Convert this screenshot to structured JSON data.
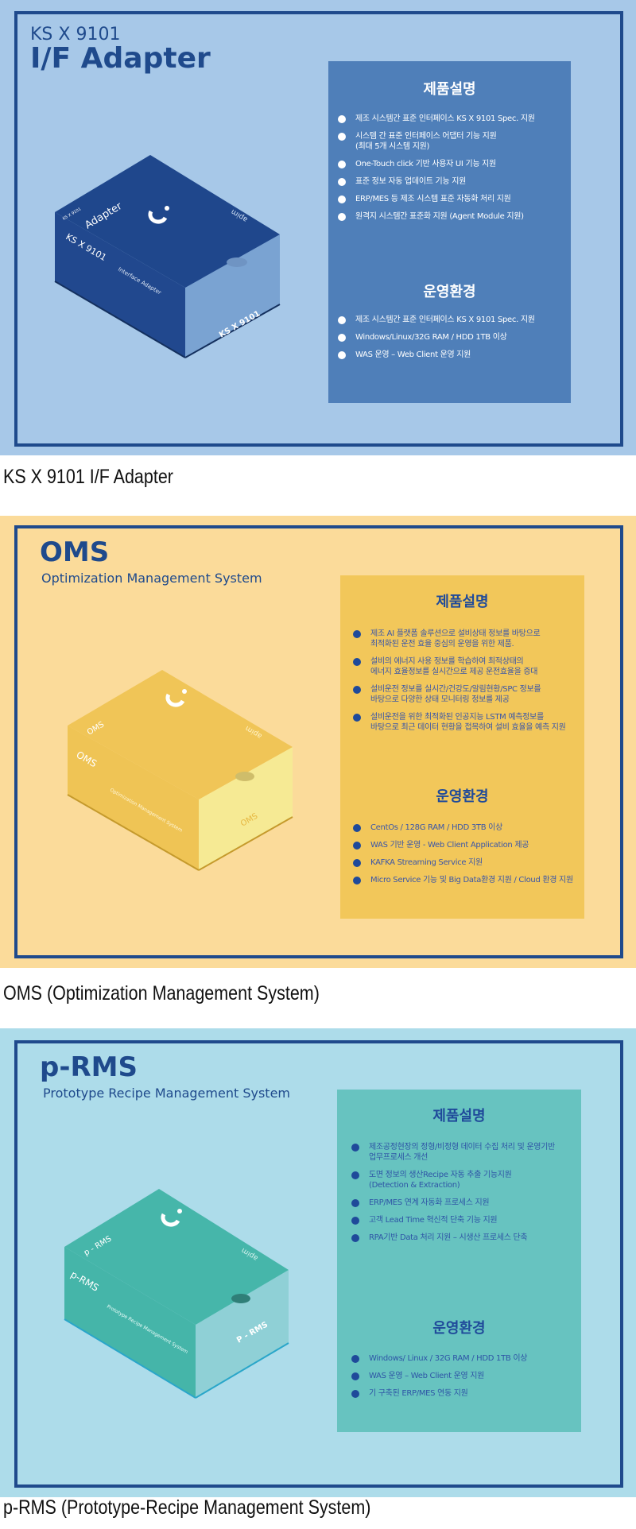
{
  "colors": {
    "navy": "#1f4a8c",
    "s1_bg": "#a7c8e8",
    "s1_panel": "#4f7fb9",
    "s2_bg": "#fbdb9a",
    "s2_panel": "#f2c75a",
    "s3_bg": "#addcea",
    "s3_panel": "#67c3c0"
  },
  "sections": [
    {
      "title_top": "KS X 9101",
      "title_main": "I/F Adapter",
      "box": {
        "top_corner": "KS X 9101",
        "top_label": "Adapter",
        "front_main": "KS X 9101",
        "front_sub": "Interface Adapter",
        "side": "KS X 9101",
        "brand": "apim"
      },
      "desc_heading": "제품설명",
      "desc_items": [
        "제조 시스템간 표준 인터페이스 KS X 9101 Spec. 지원",
        "시스템 간 표준 인터페이스 어댑터 기능 지원\n(최대 5개 시스템 지원)",
        "One-Touch click 기반 사용자 UI 기능 지원",
        "표준 정보 자동 업데이트 기능 지원",
        "ERP/MES 등 제조 시스템 표준 자동화 처리 지원",
        "원격지 시스템간 표준화 지원 (Agent Module 지원)"
      ],
      "env_heading": "운영환경",
      "env_items": [
        "제조 시스템간 표준 인터페이스 KS X 9101 Spec. 지원",
        "Windows/Linux/32G RAM / HDD 1TB 이상",
        "WAS 운영 – Web Client 운영 지원"
      ],
      "caption": "KS X 9101 I/F Adapter"
    },
    {
      "title_main": "OMS",
      "subtitle": "Optimization Management System",
      "box": {
        "top_label": "OMS",
        "front_main": "OMS",
        "front_sub": "Optimization Management System",
        "side": "OMS",
        "brand": "apim"
      },
      "desc_heading": "제품설명",
      "desc_items": [
        "제조 AI 플랫폼 솔루션으로 설비상태 정보를 바탕으로\n최적화된 운전 효율 중심의 운영을 위한 제품.",
        "설비의 에너지 사용 정보를 학습하여 최적상태의\n에너지 효율정보를 실시간으로 제공 운전효율을 증대",
        "설비운전 정보를 실시간/건강도/알림현황/SPC 정보를\n바탕으로 다양한 상태 모니터링 정보를 제공",
        "설비운전을 위한 최적화된 인공지능 LSTM 예측정보를\n바탕으로 최근 데이터 현황을 접목하여 설비 효율을 예측 지원"
      ],
      "env_heading": "운영환경",
      "env_items": [
        "CentOs / 128G RAM / HDD 3TB 이상",
        "WAS 기반 운영 - Web Client Application 제공",
        "KAFKA Streaming  Service 지원",
        "Micro Service 기능 및 Big Data환경 지원 / Cloud 환경 지원"
      ],
      "caption": "OMS (Optimization Management System)"
    },
    {
      "title_main": "p-RMS",
      "subtitle": "Prototype Recipe Management System",
      "box": {
        "top_label": "p - RMS",
        "front_main": "p-RMS",
        "front_sub": "Prototype Recipe Management System",
        "side": "P - RMS",
        "brand": "apim"
      },
      "desc_heading": "제품설명",
      "desc_items": [
        "제조공정현장의 정형/비정형 데이터 수집 처리 및 운영기반\n업무프로세스 개선",
        "도면 정보의 생산Recipe 자동 추출 기능지원\n(Detection & Extraction)",
        "ERP/MES 연계 자동화 프로세스 지원",
        "고객 Lead Time 혁신적 단축 기능 지원",
        "RPA기반 Data 처리 지원 – 시생산 프로세스 단축"
      ],
      "env_heading": "운영환경",
      "env_items": [
        "Windows/ Linux / 32G RAM / HDD 1TB 이상",
        "WAS 운영 – Web Client 운영 지원",
        "기 구축된 ERP/MES 연동 지원"
      ],
      "caption": "p-RMS (Prototype-Recipe Management System)"
    }
  ]
}
